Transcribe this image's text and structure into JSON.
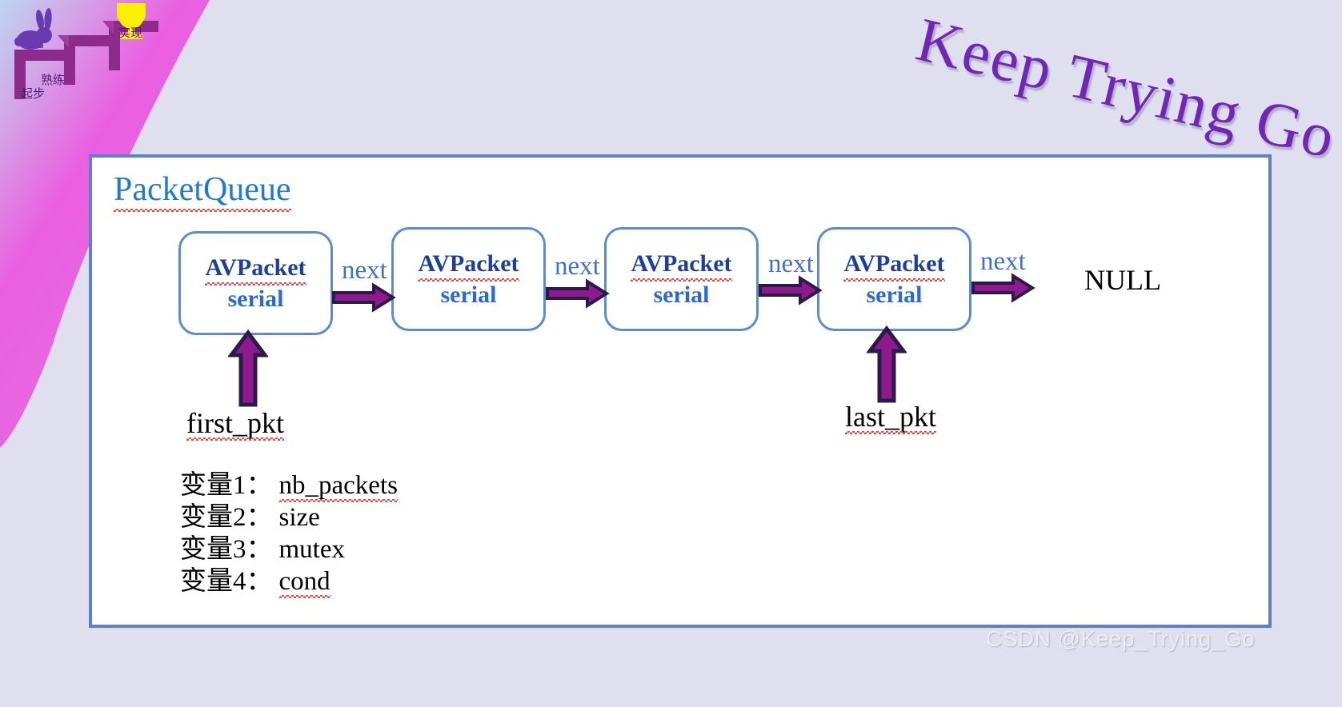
{
  "decor": {
    "brand_watermark": "Keep Trying Go",
    "footer_watermark": "CSDN @Keep_Trying_Go",
    "stairs": {
      "step1_label": "起步",
      "step2_label": "熟练",
      "step3_label": "实现",
      "trophy_icon": "trophy-icon",
      "rabbit_icon": "rabbit-icon"
    },
    "colors": {
      "background": "#e0dff0",
      "swoosh_pink": "#e062dd",
      "swoosh_blue": "#bcd6f0",
      "panel_border": "#5b7fd1",
      "node_border": "#5b8ad9",
      "node_text": "#1f5fc4",
      "title_text": "#1f7bd0",
      "arrow_fill": "#8e1a8e",
      "arrow_outline": "#2b1b4a",
      "watermark_purple": "#7126b5",
      "spellcheck_red": "#e8413a"
    }
  },
  "panel": {
    "title": "PacketQueue",
    "nodes": [
      {
        "line1": "AVPacket",
        "line2": "serial"
      },
      {
        "line1": "AVPacket",
        "line2": "serial"
      },
      {
        "line1": "AVPacket",
        "line2": "serial"
      },
      {
        "line1": "AVPacket",
        "line2": "serial"
      }
    ],
    "next_labels": [
      "next",
      "next",
      "next",
      "next"
    ],
    "terminator": "NULL",
    "pointers": [
      {
        "label": "first_pkt"
      },
      {
        "label": "last_pkt"
      }
    ],
    "variables": [
      {
        "key": "变量1：",
        "value": "nb_packets",
        "spellcheck": true
      },
      {
        "key": "变量2：",
        "value": "size",
        "spellcheck": false
      },
      {
        "key": "变量3：",
        "value": "mutex",
        "spellcheck": false
      },
      {
        "key": "变量4：",
        "value": "cond",
        "spellcheck": true
      }
    ]
  }
}
